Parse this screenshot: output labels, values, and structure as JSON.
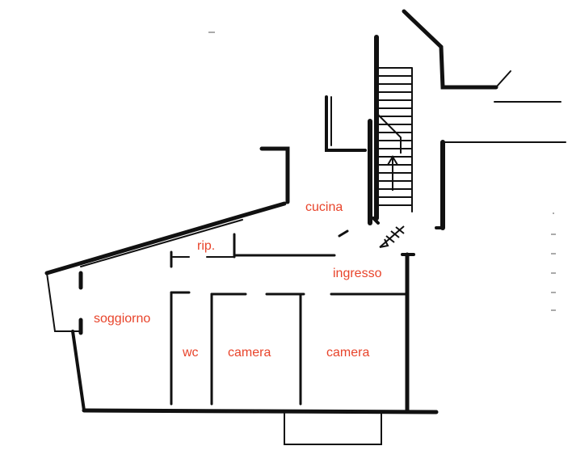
{
  "colors": {
    "label": "#e8442b",
    "wall": "#111111",
    "line": "#222222"
  },
  "rooms": {
    "cucina": "cucina",
    "rip": "rip.",
    "ingresso": "ingresso",
    "soggiorno": "soggiorno",
    "wc": "wc",
    "camera_1": "camera",
    "camera_2": "camera"
  }
}
